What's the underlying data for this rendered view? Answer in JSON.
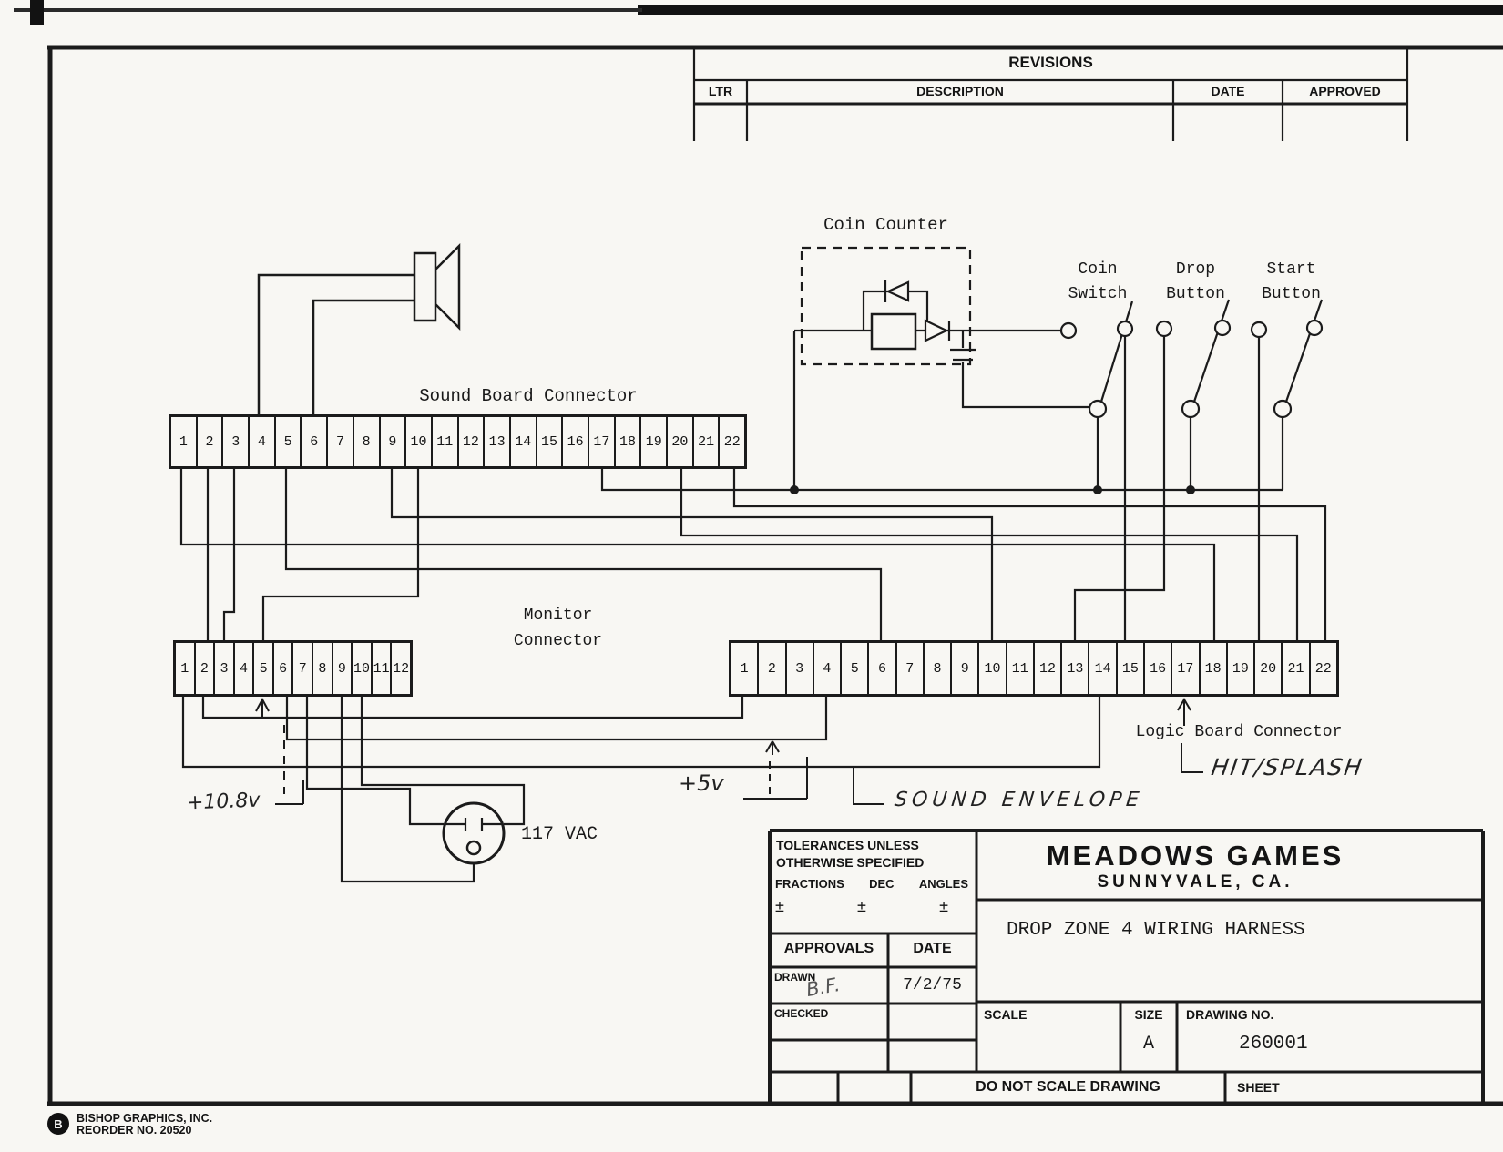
{
  "revisions": {
    "title": "REVISIONS",
    "col_ltr": "LTR",
    "col_description": "DESCRIPTION",
    "col_date": "DATE",
    "col_approved": "APPROVED"
  },
  "diagram": {
    "sound_connector_label": "Sound Board Connector",
    "sound_pins": [
      "1",
      "2",
      "3",
      "4",
      "5",
      "6",
      "7",
      "8",
      "9",
      "10",
      "11",
      "12",
      "13",
      "14",
      "15",
      "16",
      "17",
      "18",
      "19",
      "20",
      "21",
      "22"
    ],
    "monitor_label_1": "Monitor",
    "monitor_label_2": "Connector",
    "monitor_pins": [
      "1",
      "2",
      "3",
      "4",
      "5",
      "6",
      "7",
      "8",
      "9",
      "10",
      "11",
      "12"
    ],
    "logic_label": "Logic Board Connector",
    "logic_pins": [
      "1",
      "2",
      "3",
      "4",
      "5",
      "6",
      "7",
      "8",
      "9",
      "10",
      "11",
      "12",
      "13",
      "14",
      "15",
      "16",
      "17",
      "18",
      "19",
      "20",
      "21",
      "22"
    ],
    "coin_counter_label": "Coin Counter",
    "coin_switch_1": "Coin",
    "coin_switch_2": "Switch",
    "drop_button_1": "Drop",
    "drop_button_2": "Button",
    "start_button_1": "Start",
    "start_button_2": "Button",
    "vac_label": "117 VAC",
    "v108_label": "+10.8v",
    "v5_label": "+5v",
    "sound_envelope_label": "SOUND ENVELOPE",
    "hit_splash_label": "HIT/SPLASH"
  },
  "title_block": {
    "tolerances_1": "TOLERANCES UNLESS",
    "tolerances_2": "OTHERWISE SPECIFIED",
    "frac": "FRACTIONS",
    "dec": "DEC",
    "angles": "ANGLES",
    "pm": "±",
    "approvals": "APPROVALS",
    "date": "DATE",
    "drawn": "DRAWN",
    "drawn_sig": "B.F.",
    "drawn_date": "7/2/75",
    "checked": "CHECKED",
    "company": "MEADOWS GAMES",
    "city": "SUNNYVALE, CA.",
    "drawing_title": "DROP ZONE 4 WIRING HARNESS",
    "scale": "SCALE",
    "size": "SIZE",
    "size_value": "A",
    "drawing_no": "DRAWING NO.",
    "drawing_no_value": "260001",
    "do_not_scale": "DO NOT SCALE DRAWING",
    "sheet": "SHEET"
  },
  "footer": {
    "brand_1": "BISHOP GRAPHICS, INC.",
    "brand_2": "REORDER NO. 20520",
    "logo_letter": "B"
  },
  "colors": {
    "ink": "#1b1b1b",
    "paper": "#f8f7f3"
  }
}
